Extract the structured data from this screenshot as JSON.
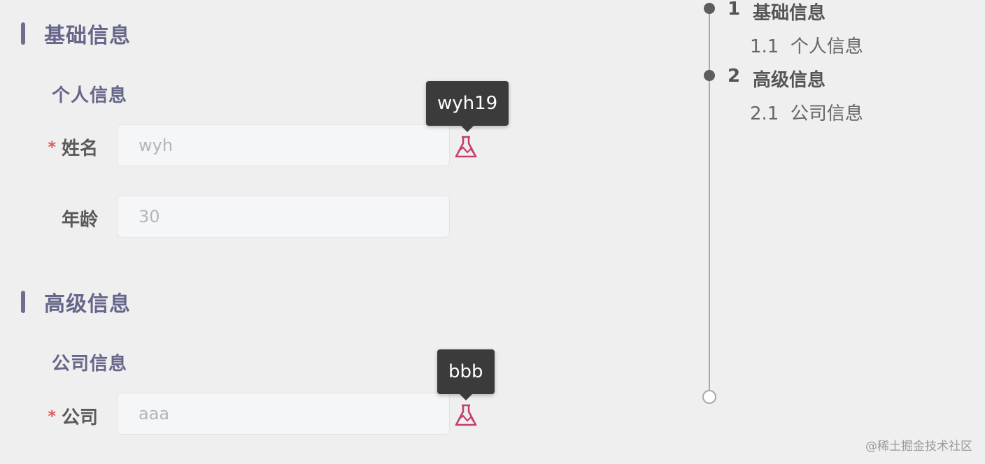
{
  "form": {
    "sections": [
      {
        "title": "基础信息",
        "subtitle": "个人信息",
        "fields": [
          {
            "label": "姓名",
            "required": true,
            "required_mark": "*",
            "placeholder": "wyh",
            "tooltip": "wyh19"
          },
          {
            "label": "年龄",
            "required": false,
            "placeholder": "30"
          }
        ]
      },
      {
        "title": "高级信息",
        "subtitle": "公司信息",
        "fields": [
          {
            "label": "公司",
            "required": true,
            "required_mark": "*",
            "placeholder": "aaa",
            "tooltip": "bbb"
          }
        ]
      }
    ]
  },
  "anchor": {
    "items": [
      {
        "num": "1",
        "title": "基础信息",
        "children": [
          {
            "label": "1.1  个人信息"
          }
        ]
      },
      {
        "num": "2",
        "title": "高级信息",
        "children": [
          {
            "label": "2.1  公司信息"
          }
        ]
      }
    ]
  },
  "watermark": "@稀土掘金技术社区",
  "colors": {
    "accent": "#66668a",
    "required": "#e05a5a",
    "icon": "#c2416e",
    "tooltip_bg": "#3b3b3b"
  },
  "icons": {
    "field_hint": "flask-icon"
  }
}
